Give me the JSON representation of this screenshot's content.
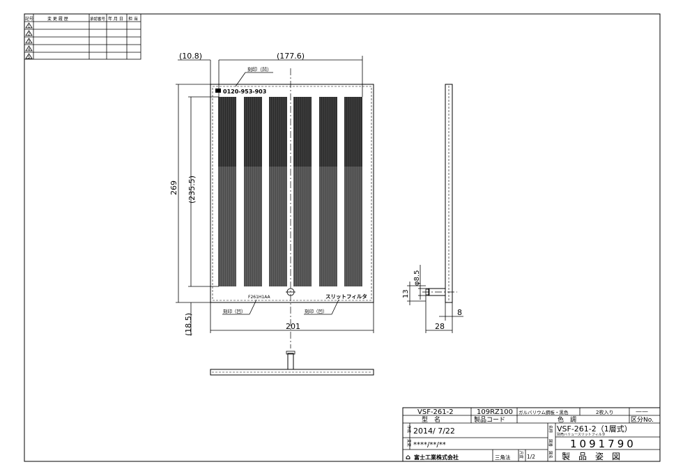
{
  "revision_table": {
    "headers": [
      "記号",
      "変 更 履 歴",
      "承認番号",
      "年 月 日",
      "担 当"
    ],
    "marks": [
      "1",
      "2",
      "3",
      "4",
      "5"
    ]
  },
  "drawing": {
    "dim_left_offset": "(10.8)",
    "dim_slot_span": "(177.6)",
    "dim_height": "269",
    "dim_inner_height": "(235.5)",
    "dim_bottom_offset": "(18.5)",
    "dim_width": "201",
    "dim_boss_dia": "φ8.5",
    "dim_boss_h": "13",
    "dim_thickness": "8",
    "dim_depth": "28",
    "phone": "0120-953-903",
    "engrave_top": "刻印（凹）",
    "engrave_bl": "刻印（凹）",
    "engrave_br": "刻印（凹）",
    "code_mark": "F261H1AA",
    "product_mark": "スリットフィルタ"
  },
  "title_block": {
    "model": "VSF-261-2",
    "product_code": "109RZ100",
    "color": "ガルバリウム鋼板・黒色",
    "qty": "2枚入り",
    "kubun_value": "——",
    "label_model": "型　名",
    "label_code": "製品コード",
    "label_color": "色　調",
    "label_kubun": "区分No.",
    "label_created": "作成",
    "date": "2014/ 7/22",
    "label_revised": "変更",
    "revised": "****/**/**",
    "company": "富士工業株式会社",
    "projection": "三角法",
    "label_scale": "尺度",
    "scale": "1/2",
    "label_name": "名称",
    "name_main": "VSF-261-2（1層式）",
    "name_sub": "別売ハリュースリットフィルタ",
    "label_drawing_no": "図番",
    "drawing_no": "1091790",
    "label_drawing_name": "図名",
    "drawing_name": "製　品　姿　図"
  }
}
